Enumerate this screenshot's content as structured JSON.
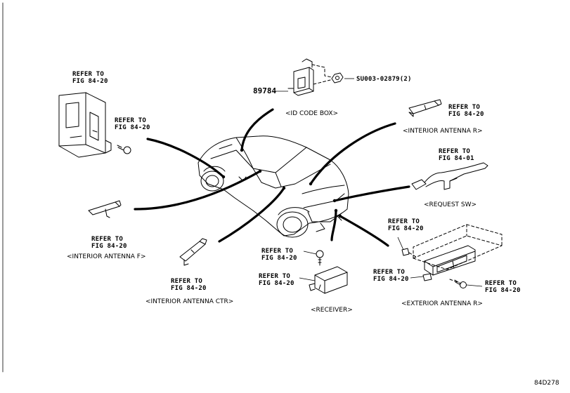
{
  "refs": {
    "ecu_a": [
      "REFER TO",
      "FIG 84-20"
    ],
    "ecu_b": [
      "REFER TO",
      "FIG 84-20"
    ],
    "int_ant_r": [
      "REFER TO",
      "FIG 84-20"
    ],
    "req_sw": [
      "REFER TO",
      "FIG 84-01"
    ],
    "int_ant_f": [
      "REFER TO",
      "FIG 84-20"
    ],
    "int_ant_ctr": [
      "REFER TO",
      "FIG 84-20"
    ],
    "receiver_bolt": [
      "REFER TO",
      "FIG 84-20"
    ],
    "receiver": [
      "REFER TO",
      "FIG 84-20"
    ],
    "ext_clip": [
      "REFER TO",
      "FIG 84-20"
    ],
    "ext_handle": [
      "REFER TO",
      "FIG 84-20"
    ],
    "ext_screw": [
      "REFER TO",
      "FIG 84-20"
    ]
  },
  "captions": {
    "id_code_box": "<ID CODE BOX>",
    "interior_antenna_r": "<INTERIOR ANTENNA R>",
    "request_sw": "<REQUEST SW>",
    "interior_antenna_f": "<INTERIOR ANTENNA F>",
    "interior_antenna_ctr": "<INTERIOR ANTENNA CTR>",
    "receiver": "<RECEIVER>",
    "exterior_antenna_r": "<EXTERIOR ANTENNA R>"
  },
  "part_numbers": {
    "id_code_box": "89784",
    "nut": "SU003-02879(2)"
  },
  "diagram_code": "84D278"
}
